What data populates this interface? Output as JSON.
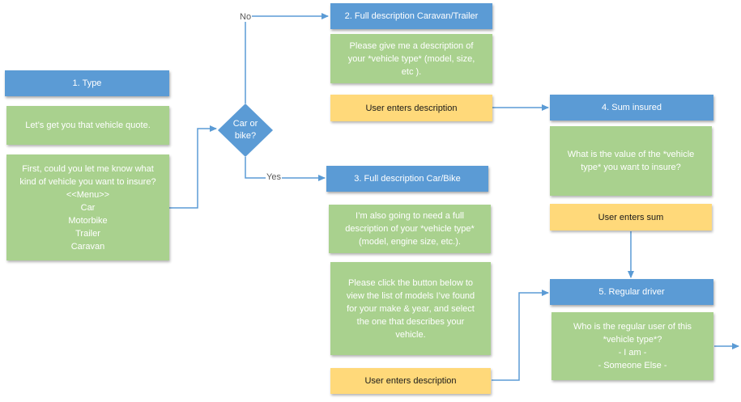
{
  "nodes": {
    "type": "1. Type",
    "quote": "Let’s get you that vehicle quote.",
    "menu": "First, could you let me know what\nkind of vehicle you want to insure?\n<<Menu>>\nCar\nMotorbike\nTrailer\nCaravan",
    "decision": "Car or\nbike?",
    "caravan_title": "2. Full description Caravan/Trailer",
    "caravan_prompt": "Please give me a description of\nyour *vehicle type* (model, size,\netc ).",
    "caravan_input": "User enters description",
    "car_title": "3. Full description Car/Bike",
    "car_prompt": "I’m also going to need a full\ndescription of your *vehicle type*\n(model, engine size, etc.).",
    "car_models": "Please click the button below to\nview the list of models I’ve found\nfor your make & year, and select\nthe one that describes your\nvehicle.",
    "car_input": "User enters description",
    "sum_title": "4. Sum insured",
    "sum_prompt": "What is the value of the *vehicle\ntype* you want to insure?",
    "sum_input": "User enters sum",
    "driver_title": "5. Regular driver",
    "driver_prompt": "Who is the regular user of this\n*vehicle type*?\n- I am -\n- Someone Else -"
  },
  "edge_labels": {
    "no": "No",
    "yes": "Yes"
  },
  "colors": {
    "blue": "#5b9bd5",
    "green": "#a9d18e",
    "yellow": "#ffd97a",
    "connector": "#5b9bd5"
  }
}
